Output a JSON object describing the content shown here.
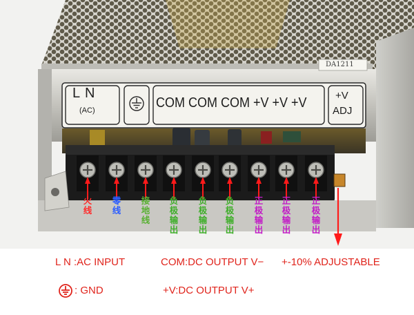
{
  "label_plate": {
    "ln_letters": "L  N",
    "ac_note": "(AC)",
    "terminals": "COM COM COM +V +V +V",
    "adj_line1": "+V",
    "adj_line2": "ADJ",
    "sticker": "DA1211"
  },
  "terminal_labels": [
    {
      "text": "火线",
      "color": "#ff2a2a"
    },
    {
      "text": "零线",
      "color": "#2a5cff"
    },
    {
      "text": "接地线",
      "color": "#58b032"
    },
    {
      "text": "负极输出",
      "color": "#3fae2a"
    },
    {
      "text": "负极输出",
      "color": "#3fae2a"
    },
    {
      "text": "负极输出",
      "color": "#3fae2a"
    },
    {
      "text": "正极输出",
      "color": "#c21cc6"
    },
    {
      "text": "正极输出",
      "color": "#c21cc6"
    },
    {
      "text": "正极输出",
      "color": "#c21cc6"
    }
  ],
  "captions": {
    "ln": "L N :AC INPUT",
    "com": "COM:DC OUTPUT V−",
    "adj": "+-10% ADJUSTABLE",
    "gnd": ": GND",
    "v": "+V:DC OUTPUT V+"
  },
  "colors": {
    "caption": "#e0241c",
    "arrow": "#ff1a1a",
    "terminal_block": "#1b1b1b",
    "chassis": "#b9b9b5"
  },
  "icons": {
    "ground": "ground-symbol-icon",
    "gnd_caption": "ground-circle-icon"
  }
}
